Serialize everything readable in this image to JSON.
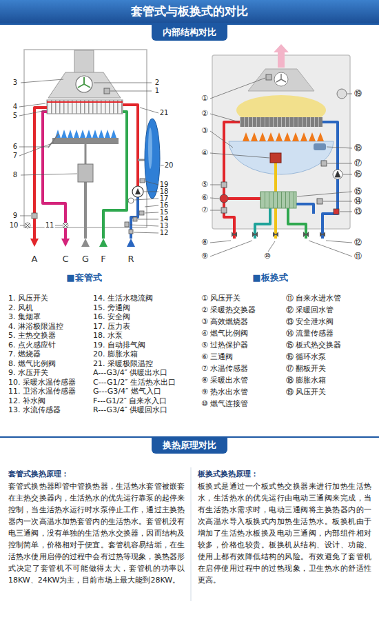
{
  "diagram": {
    "title": "套管式与板换式的对比",
    "nodes": [
      {
        "text": [
          "套管式与板换式的对比"
        ]
      },
      {
        "text": [
          "内部结构对比"
        ]
      },
      {
        "text": [
          "换热原理对比"
        ]
      }
    ],
    "labels": [
      "1",
      "2",
      "3",
      "4",
      "5",
      "6",
      "7",
      "8",
      "9",
      "10",
      "11",
      "12",
      "13",
      "14",
      "15",
      "16",
      "17",
      "18",
      "19",
      "20",
      "21",
      "A",
      "C",
      "G",
      "F",
      "R",
      "■套管式",
      "①",
      "②",
      "③",
      "④",
      "⑤",
      "⑥",
      "⑦",
      "⑧",
      "⑨",
      "⑩",
      "⑪",
      "⑫",
      "⑬",
      "⑭",
      "⑮",
      "⑯",
      "⑰",
      "⑱",
      "⑲",
      "■板换式",
      "1. 风压开关",
      "2. 风机",
      "3. 集烟罩",
      "4. 淋浴极限温控",
      "5. 主热交换器",
      "6. 点火感应针",
      "7. 燃烧器",
      "8. 燃气比例阀",
      "9. 水压开关",
      "10. 采暖水温传感器",
      "11. 卫浴水温传感器",
      "12. 补水阀",
      "13. 水流传感器",
      "14. 生活水稳流阀",
      "15. 旁通阀",
      "16. 安全阀",
      "17. 压力表",
      "18. 水泵",
      "19. 自动排气阀",
      "20. 膨胀水箱",
      "21. 采暖极限温控",
      "A---G3/4″ 供暖出水口",
      "C---G1/2″ 生活热水出口",
      "G---G3/4″ 燃气入口",
      "F---G1/2″ 自来水入口",
      "R---G3/4″ 供暖回水口",
      "① 风压开关",
      "② 采暖热交换器",
      "③ 高效燃烧器",
      "④ 燃气比例阀",
      "⑤ 过热保护器",
      "⑥ 三通阀",
      "⑦ 水温传感器",
      "⑧ 采暖出水管",
      "⑨ 热水出水管",
      "⑩ 燃气连接管",
      "⑪ 自来水进水管",
      "⑫ 采暖回水管",
      "⑬ 安全泄水阀",
      "⑭ 流量传感器",
      "⑮ 板式热交换器",
      "⑯ 循环水泵",
      "⑰ 翻板开关",
      "⑱ 膨胀水箱",
      "⑲ 风压开关",
      "套管式换热原理：",
      "套管式换热器即管中管换热器，生活热水套管被嵌套在主热交换器内，生活热水的优先运行靠泵的起停来控制，当生活热水运行时水泵停止工作，通过主换热器内一次高温水加热套管内的生活热水。套管机没有电三通阀，没有单独的生活热水交换器，因而结构及控制简单，价格相对于便宜。套管机容易结垢，在生活热水使用启停的过程中会有过热等现象，换热器形式决定了套管机不可能做得太大，套管机的功率以18KW、24KW为主，目前市场上最大能到28KW。",
      "板换式换热原理：",
      "板换式是通过一个板式热交换器来进行加热生活热水，生活热水的优先运行由电动三通阀来完成，当有生活热水需求时，电动三通阀将主换热器内的一次高温水导入板换式内加热生活热水。板换机由于增加了生活热水板换及电动三通阀，内部组件相对较多，价格也较贵。板换机从结构、设计、功能、使用上都有效降低结构的风险。有效避免了套管机在启停使用过程中的过热现象，卫生热水的舒适性更高。"
    ]
  }
}
